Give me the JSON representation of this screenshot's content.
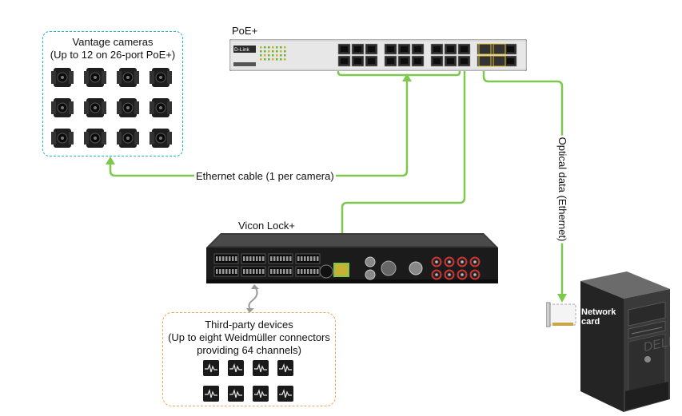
{
  "poe": {
    "label": "PoE+",
    "brand": "D-Link",
    "port_count": 24,
    "sfp_count": 4
  },
  "cameras": {
    "title": "Vantage cameras",
    "subtitle": "(Up to 12 on 26-port PoE+)",
    "count": 12,
    "border_color": "#1fb6c9"
  },
  "lock": {
    "label": "Vicon Lock+"
  },
  "devices": {
    "title": "Third-party devices",
    "subtitle_1": "(Up to eight Weidmüller connectors",
    "subtitle_2": "providing 64 channels)",
    "count": 8,
    "border_color": "#f0a55a"
  },
  "connections": {
    "ethernet_label": "Ethernet cable (1 per camera)",
    "optical_label": "Optical data (Ethernet)",
    "cable_color": "#7ec850"
  },
  "pc": {
    "card_label_1": "Network",
    "card_label_2": "card"
  }
}
